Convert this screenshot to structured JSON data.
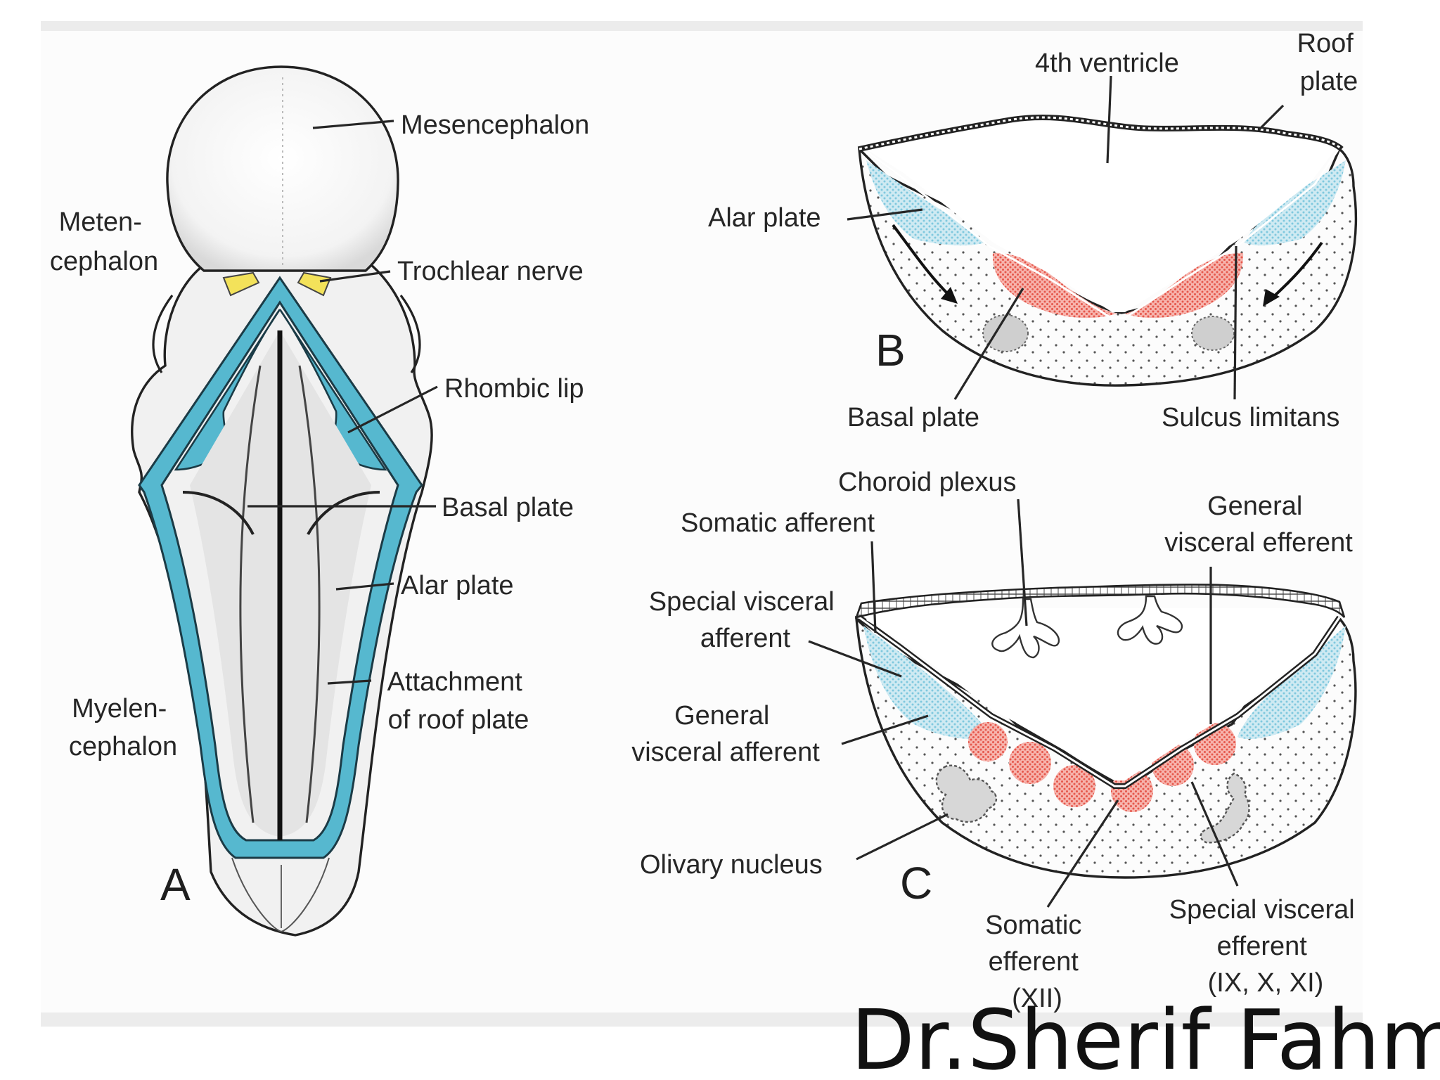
{
  "panels": {
    "a": {
      "letter": "A",
      "labels": {
        "mesencephalon": "Mesencephalon",
        "metencephalon": [
          "Meten-",
          "cephalon"
        ],
        "trochlear_nerve": "Trochlear nerve",
        "rhombic_lip": "Rhombic lip",
        "basal_plate": "Basal plate",
        "alar_plate": "Alar plate",
        "attachment_roof_plate": [
          "Attachment",
          "of roof plate"
        ],
        "myelencephalon": [
          "Myelen-",
          "cephalon"
        ]
      }
    },
    "b": {
      "letter": "B",
      "labels": {
        "fourth_ventricle": "4th ventricle",
        "roof_plate": [
          "Roof",
          "plate"
        ],
        "alar_plate": "Alar plate",
        "basal_plate": "Basal plate",
        "sulcus_limitans": "Sulcus limitans"
      }
    },
    "c": {
      "letter": "C",
      "labels": {
        "choroid_plexus": "Choroid plexus",
        "somatic_afferent": "Somatic afferent",
        "general_visceral_efferent": [
          "General",
          "visceral efferent"
        ],
        "special_visceral_afferent": [
          "Special visceral",
          "afferent"
        ],
        "general_visceral_afferent": [
          "General",
          "visceral afferent"
        ],
        "olivary_nucleus": "Olivary nucleus",
        "somatic_efferent": [
          "Somatic",
          "efferent",
          "(XII)"
        ],
        "special_visceral_efferent": [
          "Special visceral",
          "efferent",
          "(IX, X, XI)"
        ]
      }
    }
  },
  "credit": "Dr.Sherif Fahmy",
  "colors": {
    "alar_blue": "#a9dbe9",
    "plate_teal": "#56b8cf",
    "basal_red": "#f08a80",
    "trochlear_yellow": "#f3e25a",
    "frame_gray": "#ececec"
  }
}
